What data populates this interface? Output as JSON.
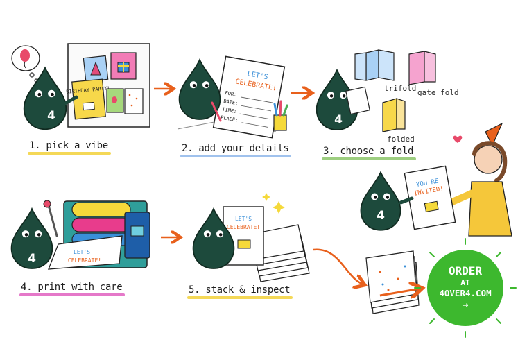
{
  "steps": [
    {
      "number": "1.",
      "text": "pick a vibe",
      "underline": "#f2d13a"
    },
    {
      "number": "2.",
      "text": "add your details",
      "underline": "#8fb7ea"
    },
    {
      "number": "3.",
      "text": "choose a fold",
      "underline": "#8cc56a"
    },
    {
      "number": "4.",
      "text": "print with care",
      "underline": "#e060c0"
    },
    {
      "number": "5.",
      "text": "stack & inspect",
      "underline": "#f2d13a"
    }
  ],
  "mascot_number": "4",
  "cards": {
    "birthday": "BIRTHDAY PARTY!",
    "lets": "LET'S",
    "celebrate": "CELEBRATE!",
    "youre": "YOU'RE",
    "invited": "INVITED!"
  },
  "form_fields": [
    "FOR:",
    "DATE:",
    "TIME:",
    "PLACE:"
  ],
  "folds": [
    "trifold",
    "gate fold",
    "folded"
  ],
  "cta": {
    "line1": "ORDER",
    "line2": "AT",
    "line3": "4OVER4.COM",
    "arrow": "→"
  },
  "colors": {
    "mascot": "#1d4a3c",
    "accent_arrow": "#e8601c",
    "cta_green": "#3db82e"
  }
}
